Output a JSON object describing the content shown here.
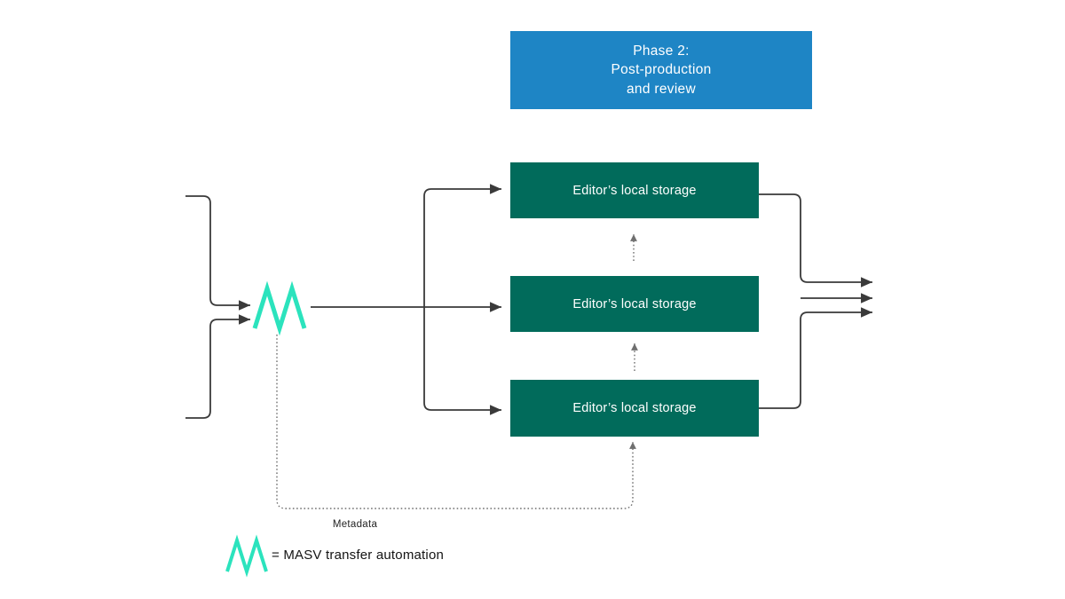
{
  "phase_box": {
    "lines": [
      "Phase 2:",
      "Post-production",
      "and review"
    ],
    "bg_color": "#1e85c5",
    "text_color": "#ffffff"
  },
  "storage_boxes": [
    {
      "label": "Editor’s local storage"
    },
    {
      "label": "Editor’s local storage"
    },
    {
      "label": "Editor’s local storage"
    }
  ],
  "storage_box_style": {
    "bg_color": "#016b5b",
    "text_color": "#ffffff"
  },
  "metadata_label": "Metadata",
  "legend": {
    "icon": "masv-zigzag-icon",
    "text": "= MASV transfer automation"
  },
  "colors": {
    "masv_teal": "#2be3bd",
    "connector": "#3a3a3a",
    "dotted": "#6f6f6f"
  }
}
